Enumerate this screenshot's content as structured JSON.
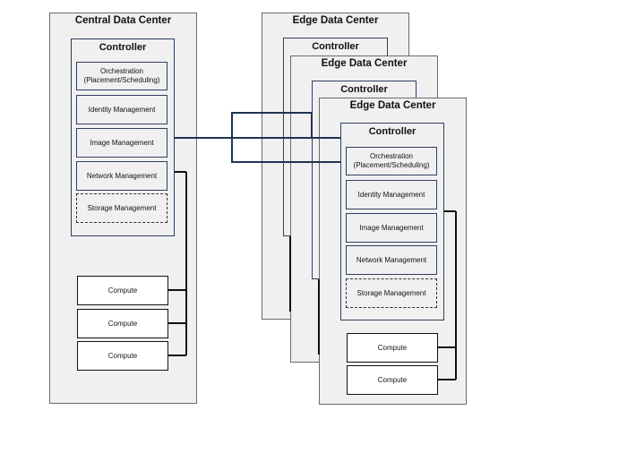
{
  "central": {
    "title": "Central Data Center",
    "controller": {
      "title": "Controller",
      "modules": [
        "Orchestration\n(Placement/Scheduling)",
        "Identity Management",
        "Image Management",
        "Network Management",
        "Storage Management"
      ]
    },
    "compute": [
      "Compute",
      "Compute",
      "Compute"
    ]
  },
  "edges": [
    {
      "title": "Edge Data Center",
      "controller": "Controller"
    },
    {
      "title": "Edge Data Center",
      "controller": "Controller"
    },
    {
      "title": "Edge Data Center",
      "controller": {
        "title": "Controller",
        "modules": [
          "Orchestration\n(Placement/Scheduling)",
          "Identity Management",
          "Image Management",
          "Network Management",
          "Storage Management"
        ]
      },
      "compute": [
        "Compute",
        "Compute"
      ]
    }
  ],
  "colors": {
    "panel": "#f0f0f0",
    "border": "#6b6b6b",
    "controller_border": "#2f3f5f",
    "link": "#1f3352"
  }
}
